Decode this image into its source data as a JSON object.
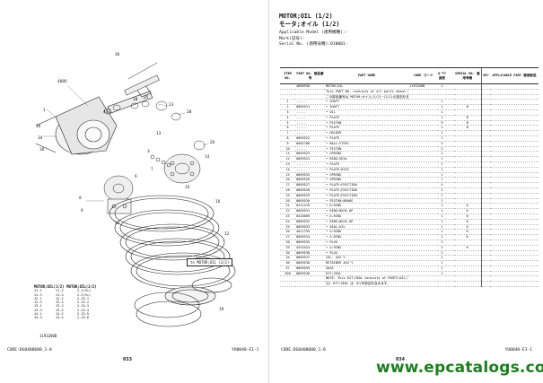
{
  "left_page": {
    "callouts": [
      "4880",
      "36",
      "40",
      "18",
      "25",
      "23",
      "28",
      "20",
      "13",
      "14",
      "15",
      "1",
      "30",
      "34",
      "30",
      "3",
      "7",
      "6",
      "8",
      "9",
      "11",
      "10",
      "12",
      "19"
    ],
    "ref_box": "to MOTOR;OIL (2/2)",
    "legend": {
      "title": "MOTOR;OIL(1/2)   MOTOR;OIL(2/2)",
      "rows": [
        [
          "J1-1",
          "J1-2",
          "2-1(9+)"
        ],
        [
          "J1-3",
          "J1-4",
          "2-2(9+)"
        ],
        [
          "J2-1",
          "J2-2",
          "2-15-1"
        ],
        [
          "J2-3",
          "J2-4",
          "2-15-2"
        ],
        [
          "J3-1",
          "J3-2",
          "2-15-3"
        ],
        [
          "J3-3",
          "J3-4",
          "2-15-4"
        ],
        [
          "J4-1",
          "J4-2",
          "2-15-5"
        ],
        [
          "J4-3",
          "J4-4",
          "2-15-6"
        ]
      ]
    },
    "diagram_code": "1193200B",
    "footer_code": "CODE:DG0408000_1-8",
    "page_number": "033"
  },
  "right_page": {
    "title": "MOTOR;OIL (1/2)",
    "title_jp": "モータ;オイル (1/2)",
    "applicable_model": "Applicable Model (適用機種):-",
    "mark": "Mark(記号):",
    "serial": "Serial No. (適用号機):010001-",
    "headers": {
      "item": "ITEM NO.",
      "part_no": "PART NO. 部品番号",
      "part_name": "PART NAME",
      "code": "CODE コード",
      "qty": "Q'TY 員数",
      "serial": "SERIAL NO. 適用号機",
      "sec": "SEC",
      "appl": "APPLICABLE PART 適用部品"
    },
    "rows": [
      [
        "",
        "4880958",
        "MOTOR;OIL",
        "1193200B",
        "1",
        "",
        "",
        "",
        ""
      ],
      [
        "",
        "",
        "This PART NO. consists of all parts shown in MOTOR;OIL(1/2) to (2/2).",
        "",
        "",
        "",
        "",
        "",
        ""
      ],
      [
        "",
        "",
        "この部品番号は MOTOR;オイル(1/2)~(2/2)の部品を含みます。",
        "",
        "",
        "",
        "",
        "",
        ""
      ],
      [
        "1",
        "-----",
        "• SHAFT",
        "",
        "1",
        "",
        "",
        "",
        ""
      ],
      [
        "2",
        "0869521",
        "• SHAFT",
        "",
        "1",
        "",
        "B",
        "",
        ""
      ],
      [
        "3",
        "-----",
        "• OIL",
        "",
        "1",
        "",
        "",
        "",
        ""
      ],
      [
        "4",
        "-----",
        "• PLATE",
        "",
        "1",
        "",
        "B",
        "",
        ""
      ],
      [
        "5",
        "-----",
        "• PISTON",
        "",
        "9",
        "",
        "B",
        "",
        ""
      ],
      [
        "6",
        "-----",
        "• PLATE",
        "",
        "1",
        "",
        "B",
        "",
        ""
      ],
      [
        "7",
        "-----",
        "• HOLDER",
        "",
        "1",
        "",
        "",
        "",
        ""
      ],
      [
        "8",
        "0869522",
        "• PLATE",
        "",
        "1",
        "",
        "",
        "",
        ""
      ],
      [
        "9",
        "0682706",
        "• BALL;STEEL",
        "",
        "2",
        "",
        "",
        "",
        ""
      ],
      [
        "10",
        "-----",
        "• PISTON",
        "",
        "2",
        "",
        "",
        "",
        ""
      ],
      [
        "11",
        "0869523",
        "• SPRING",
        "",
        "2",
        "",
        "",
        "",
        ""
      ],
      [
        "12",
        "0869524",
        "• RING;SEAL",
        "",
        "1",
        "",
        "",
        "",
        ""
      ],
      [
        "13",
        "-----",
        "• PLATE",
        "",
        "1",
        "",
        "",
        "",
        ""
      ],
      [
        "14",
        "-----",
        "• PLATE;DISC",
        "",
        "1",
        "",
        "",
        "",
        ""
      ],
      [
        "15",
        "0869525",
        "• SPRING",
        "",
        "1",
        "",
        "",
        "",
        ""
      ],
      [
        "16",
        "0869526",
        "• SPRING",
        "",
        "1",
        "",
        "",
        "",
        ""
      ],
      [
        "17",
        "0869527",
        "• PLATE;FRICTION",
        "",
        "4",
        "",
        "",
        "",
        ""
      ],
      [
        "18",
        "0869528",
        "• PLATE;FRICTION",
        "",
        "2",
        "",
        "",
        "",
        ""
      ],
      [
        "19",
        "0869529",
        "• PLATE;FRICTION",
        "",
        "1",
        "",
        "",
        "",
        ""
      ],
      [
        "20",
        "0869530",
        "• PISTON;BRAKE",
        "",
        "1",
        "",
        "",
        "",
        ""
      ],
      [
        "21",
        "0411419",
        "• O-RING",
        "",
        "1",
        "",
        "K",
        "",
        ""
      ],
      [
        "22",
        "0869531",
        "• RING;BACK-UP",
        "",
        "1",
        "",
        "K",
        "",
        ""
      ],
      [
        "23",
        "0410009",
        "• O-RING",
        "",
        "1",
        "",
        "K",
        "",
        ""
      ],
      [
        "24",
        "0869532",
        "• RING;BACK-UP",
        "",
        "1",
        "",
        "K",
        "",
        ""
      ],
      [
        "25",
        "0869533",
        "• SEAL;OIL",
        "",
        "1",
        "",
        "K",
        "",
        ""
      ],
      [
        "26",
        "4011755",
        "• O-RING",
        "",
        "1",
        "",
        "K",
        "",
        ""
      ],
      [
        "27",
        "0869534",
        "• O-RING",
        "",
        "1",
        "",
        "K",
        "",
        ""
      ],
      [
        "28",
        "0869535",
        "• PLUG",
        "",
        "2",
        "",
        "",
        "",
        ""
      ],
      [
        "29",
        "4253424",
        "• O-RING",
        "",
        "2",
        "",
        "K",
        "",
        ""
      ],
      [
        "30",
        "0869536",
        "• PLUG",
        "",
        "2",
        "",
        "",
        "",
        ""
      ],
      [
        "34",
        "0869537",
        "COL. ASS'Y",
        "",
        "1",
        "",
        "",
        "",
        ""
      ],
      [
        "36",
        "0869538",
        "RETAINER ASS'Y",
        "",
        "1",
        "",
        "",
        "",
        ""
      ],
      [
        "37",
        "0869539",
        "GAGE",
        "",
        "1",
        "",
        "",
        "",
        ""
      ],
      [
        "300",
        "0869540",
        "KIT;SEAL",
        "",
        "1",
        "",
        "",
        "",
        ""
      ],
      [
        "",
        "",
        "NOTE: This KIT;SEAL consists of PARTS:OIL(1/2) and MOTOR:OIL(2/2).",
        "",
        "",
        "",
        "",
        "",
        ""
      ],
      [
        "",
        "",
        "注) KIT;SEAL は (K)印部品を含みます。",
        "",
        "",
        "",
        "",
        "",
        ""
      ]
    ],
    "footer_code": "CODE:DG0408000_1-8",
    "footer_right": "YU0040-E1-1",
    "page_number": "034"
  },
  "left_footer_right": "YU0040-E1-1",
  "watermark": "www.epcatalogs.com",
  "colors": {
    "watermark": "#1d7d1f",
    "ink": "#111111"
  }
}
